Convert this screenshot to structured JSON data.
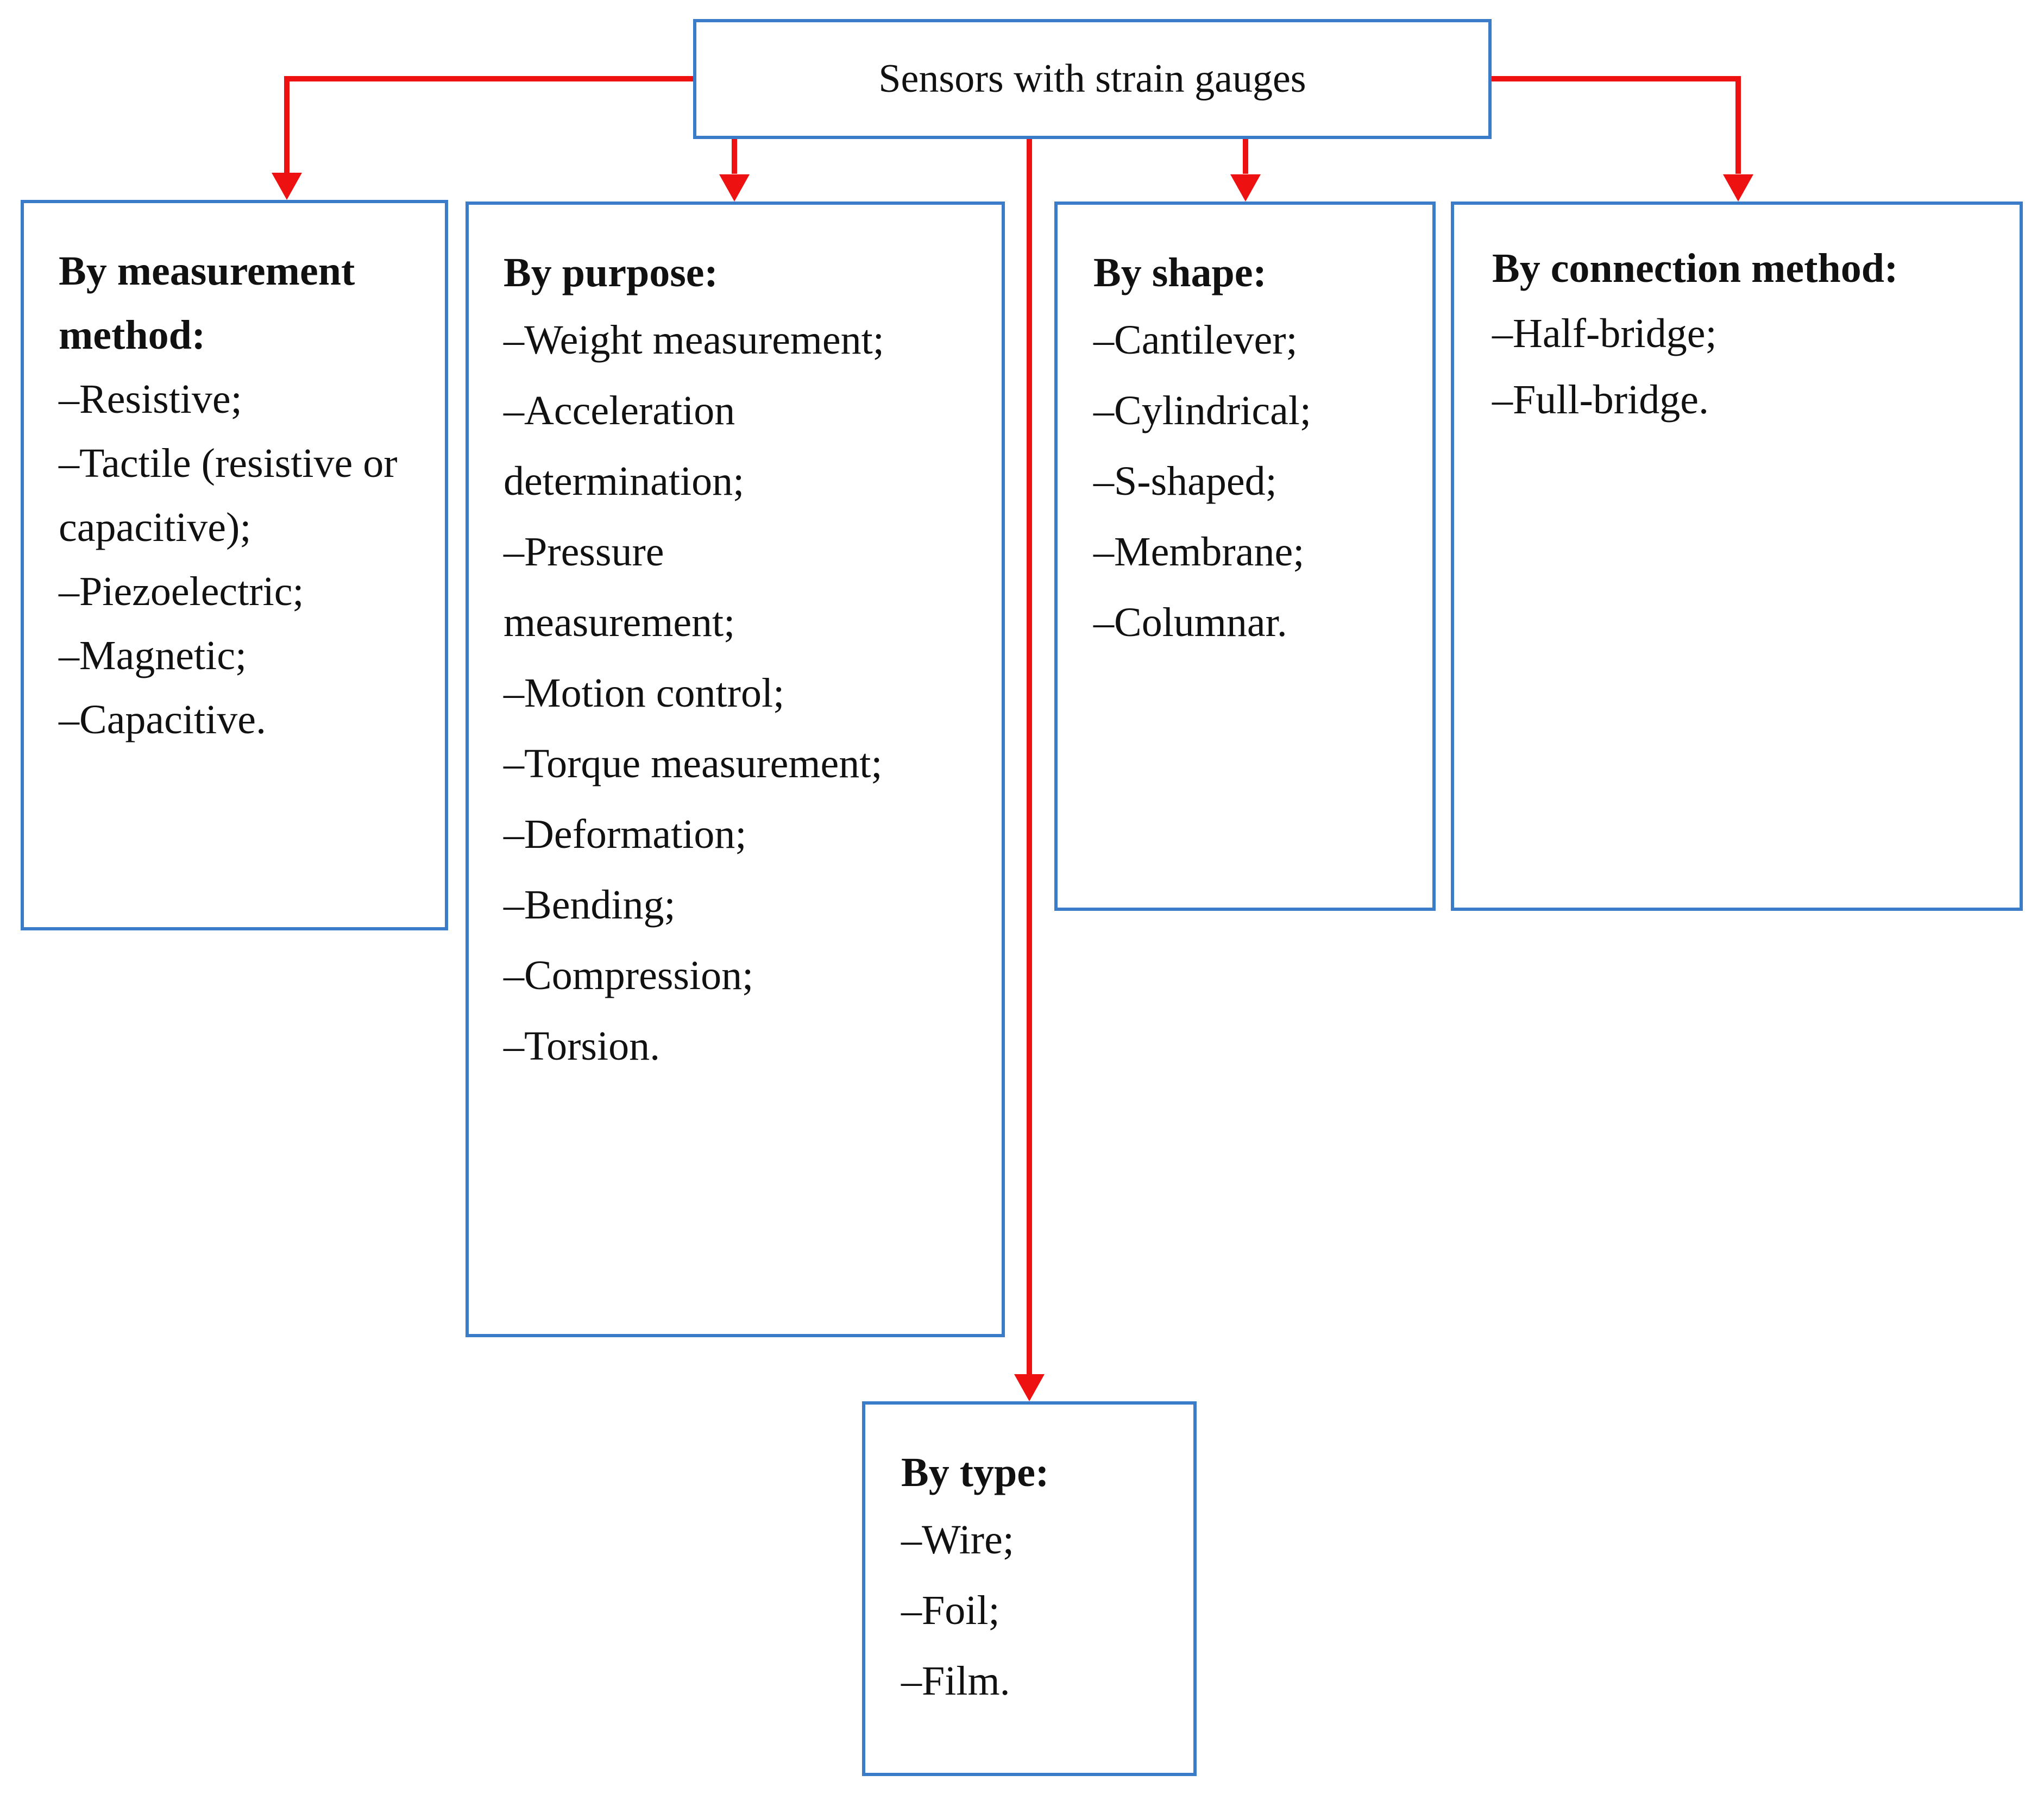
{
  "root": {
    "title": "Sensors with strain gauges"
  },
  "categories": {
    "measurement": {
      "heading": "By  measurement method:",
      "items": [
        "–Resistive;",
        "–Tactile (resistive or capacitive);",
        "–Piezoelectric;",
        "–Magnetic;",
        "–Capacitive."
      ]
    },
    "purpose": {
      "heading": "By purpose:",
      "items": [
        "–Weight measurement;",
        "–Acceleration determination;",
        "–Pressure measurement;",
        "–Motion control;",
        "–Torque measurement;",
        "–Deformation;",
        "–Bending;",
        "–Compression;",
        "–Torsion."
      ]
    },
    "shape": {
      "heading": "By shape:",
      "items": [
        "–Cantilever;",
        "–Cylindrical;",
        "–S-shaped;",
        "–Membrane;",
        "–Columnar."
      ]
    },
    "connection": {
      "heading": "By connection method:",
      "items": [
        "–Half-bridge;",
        "–Full-bridge."
      ]
    },
    "type": {
      "heading": "By type:",
      "items": [
        "–Wire;",
        "–Foil;",
        "–Film."
      ]
    }
  },
  "colors": {
    "connector": "#ee1111",
    "box_border": "#3a7cc8",
    "text": "#111111"
  }
}
